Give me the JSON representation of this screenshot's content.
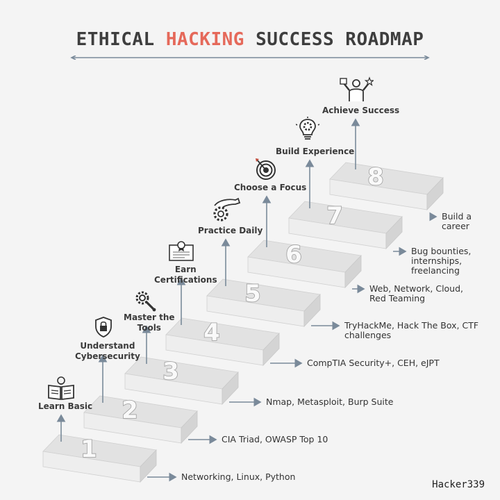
{
  "title": {
    "part1": "ETHICAL",
    "highlight": "HACKING",
    "part2": "SUCCESS ROADMAP"
  },
  "colors": {
    "accent": "#e5695a",
    "step_top": "#e2e2e2",
    "step_side": "#d4d4d4",
    "arrow": "#7a8a9a"
  },
  "steps": [
    {
      "number": "1",
      "label": "Learn Basic",
      "detail": "Networking, Linux, Python",
      "icon": "book-lightbulb-icon"
    },
    {
      "number": "2",
      "label": "Understand\nCybersecurity",
      "detail": "CIA Triad, OWASP Top 10",
      "icon": "shield-lock-icon"
    },
    {
      "number": "3",
      "label": "Master the\nTools",
      "detail": "Nmap, Metasploit, Burp Suite",
      "icon": "gear-wrench-icon"
    },
    {
      "number": "4",
      "label": "Earn\nCertifications",
      "detail": "CompTIA Security+, CEH, eJPT",
      "icon": "certificate-icon"
    },
    {
      "number": "5",
      "label": "Practice Daily",
      "detail": "TryHackMe, Hack The Box, CTF\nchallenges",
      "icon": "hand-gear-icon"
    },
    {
      "number": "6",
      "label": "Choose a Focus",
      "detail": "Web, Network, Cloud,\nRed Teaming",
      "icon": "target-icon"
    },
    {
      "number": "7",
      "label": "Build Experience",
      "detail": "Bug bounties,\ninternships,\nfreelancing",
      "icon": "bulb-gear-icon"
    },
    {
      "number": "8",
      "label": "Achieve Success",
      "detail": "Build a\ncareer",
      "icon": "trophy-person-icon"
    }
  ],
  "watermark": "Hacker339"
}
